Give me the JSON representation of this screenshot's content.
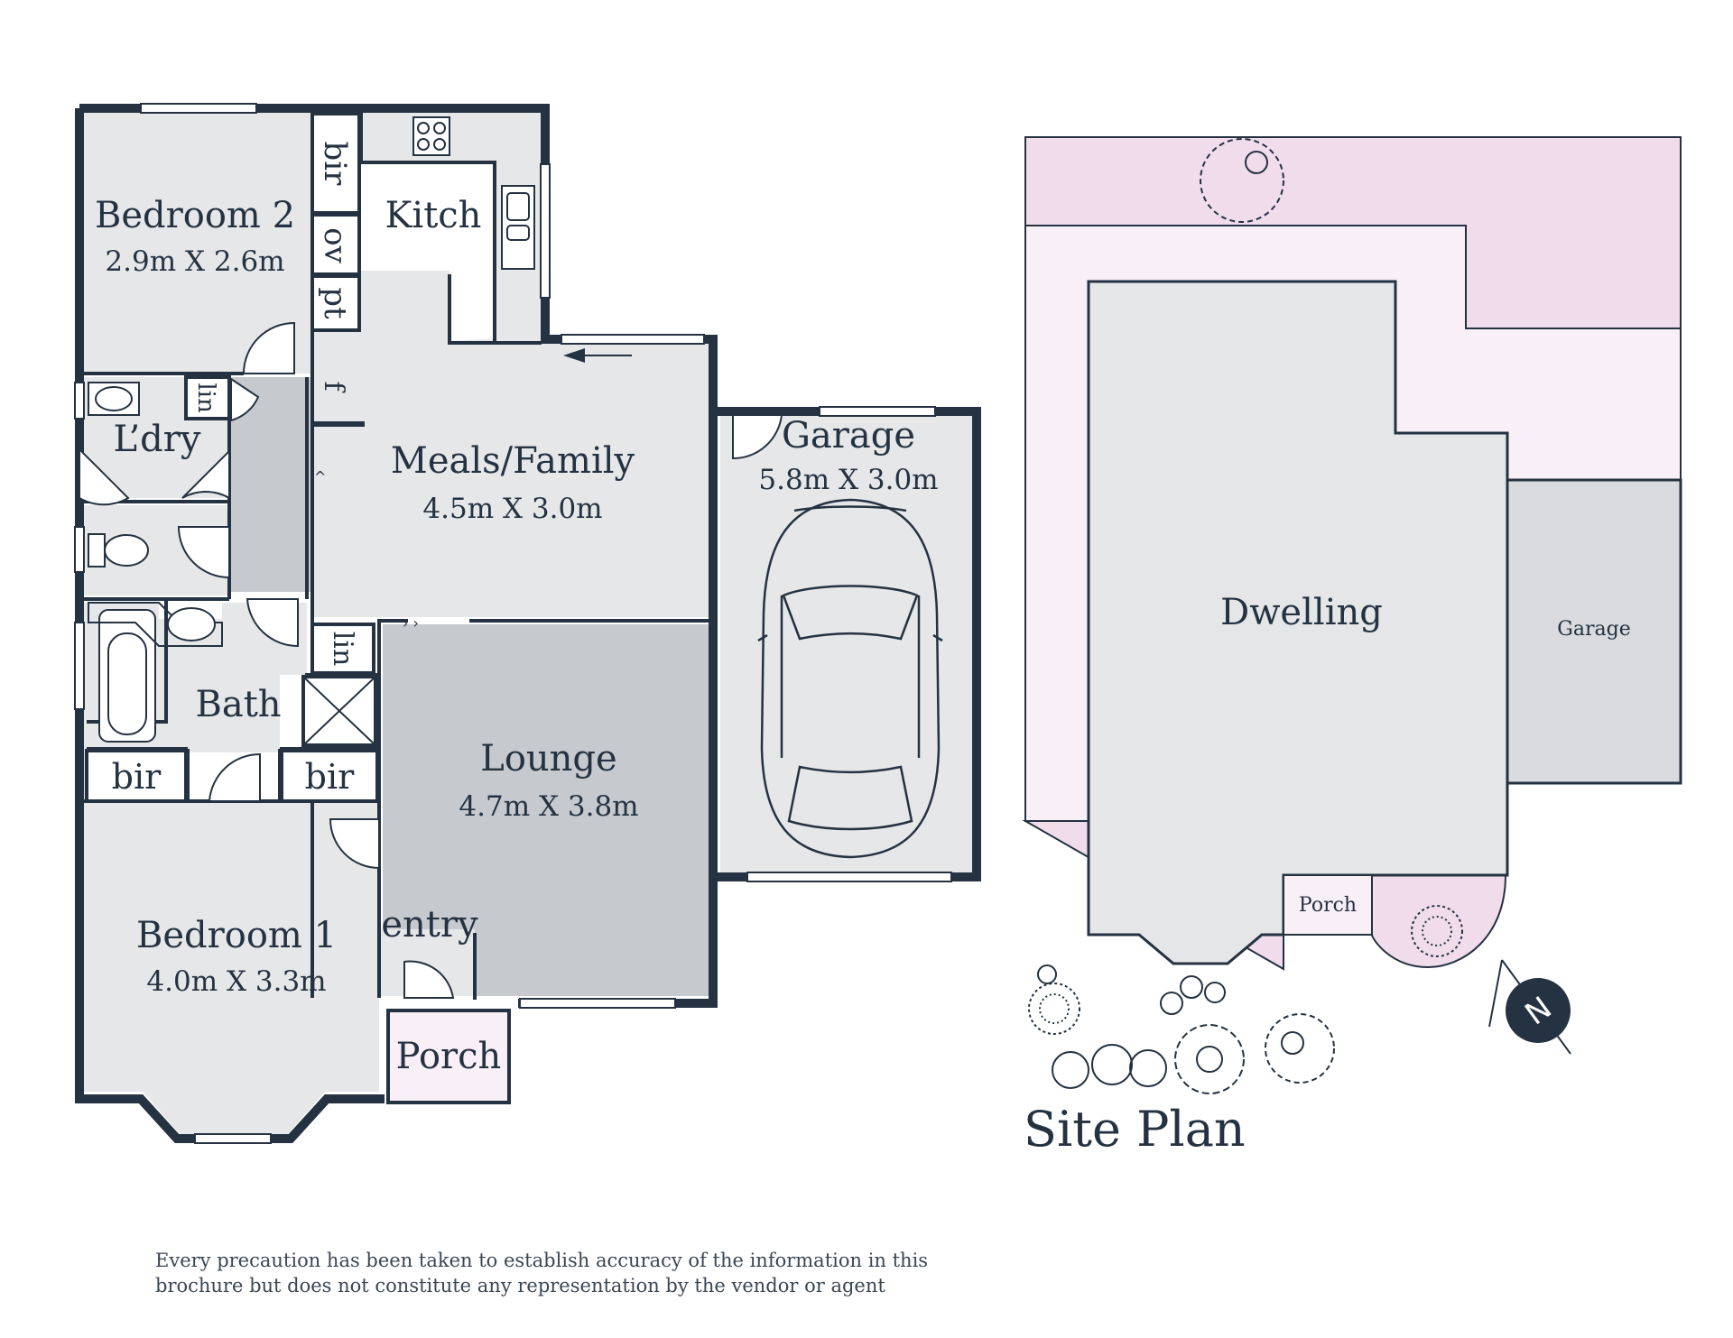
{
  "colors": {
    "wall": "#243241",
    "room_light": "#e6e7e9",
    "room_mid": "#c6c9ce",
    "site_pink": "#f1dcec",
    "site_pale": "#f9eff6",
    "site_building": "#e4e6e8",
    "site_garage": "#d9dbde"
  },
  "floor_plan": {
    "rooms": {
      "bedroom2": {
        "name": "Bedroom 2",
        "size": "2.9m X 2.6m"
      },
      "kitchen": {
        "name": "Kitch"
      },
      "meals": {
        "name": "Meals/Family",
        "size": "4.5m X 3.0m"
      },
      "garage": {
        "name": "Garage",
        "size": "5.8m X 3.0m"
      },
      "laundry": {
        "name": "L’dry"
      },
      "bath": {
        "name": "Bath"
      },
      "lounge": {
        "name": "Lounge",
        "size": "4.7m X 3.8m"
      },
      "bedroom1": {
        "name": "Bedroom 1",
        "size": "4.0m X 3.3m"
      },
      "entry": {
        "name": "entry"
      },
      "porch": {
        "name": "Porch"
      }
    },
    "fixtures": {
      "bir_bedroom2": "bir",
      "oven": "ov",
      "pantry": "pt",
      "fridge": "f",
      "linen_laundry": "lin",
      "linen_hall": "lin",
      "bir_bath_left": "bir",
      "bir_bath_right": "bir"
    }
  },
  "site_plan": {
    "title": "Site Plan",
    "dwelling": "Dwelling",
    "garage": "Garage",
    "porch": "Porch",
    "north": "N"
  },
  "disclaimer": {
    "line1": "Every precaution has been taken to establish accuracy of the information in this",
    "line2": "brochure but does not constitute any representation by the vendor or agent"
  }
}
